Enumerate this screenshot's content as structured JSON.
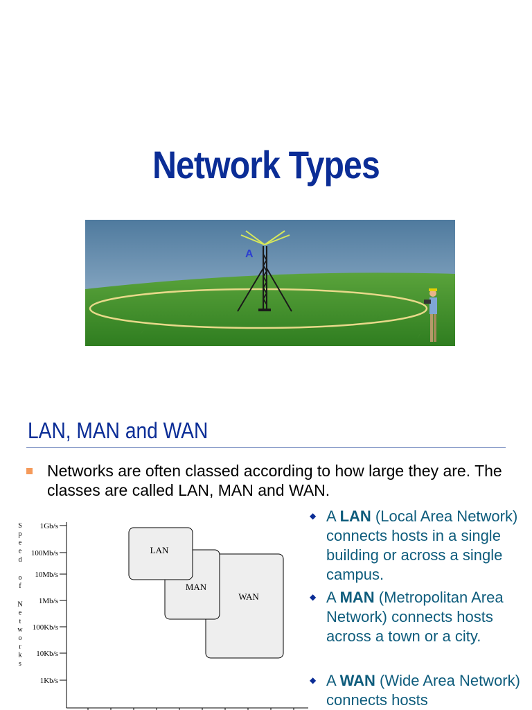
{
  "slide1": {
    "title": "Network Types"
  },
  "slide2": {
    "heading": "LAN, MAN and WAN",
    "intro": "Networks are often classed according to how large they are.  The classes are called LAN, MAN and WAN.",
    "bullets": [
      {
        "prefix": "A ",
        "term": "LAN",
        "rest": " (Local Area Network) connects hosts in a single building or across a single campus."
      },
      {
        "prefix": "A ",
        "term": "MAN",
        "rest": " (Metropolitan Area Network) connects hosts across a town or a city."
      },
      {
        "prefix": "A ",
        "term": "WAN",
        "rest": " (Wide Area Network) connects hosts"
      }
    ]
  },
  "chart_data": {
    "type": "diagram",
    "ylabel": "Speed of Networks",
    "yticks": [
      "1Gb/s",
      "100Mb/s",
      "10Mb/s",
      "1Mb/s",
      "100Kb/s",
      "10Kb/s",
      "1Kb/s"
    ],
    "boxes": [
      {
        "label": "LAN"
      },
      {
        "label": "MAN"
      },
      {
        "label": "WAN"
      }
    ]
  },
  "colors": {
    "title": "#0b2d96",
    "bullet_text": "#0e5c7c",
    "bullet_marker": "#f59a5a",
    "box_fill": "#eeeeee"
  }
}
